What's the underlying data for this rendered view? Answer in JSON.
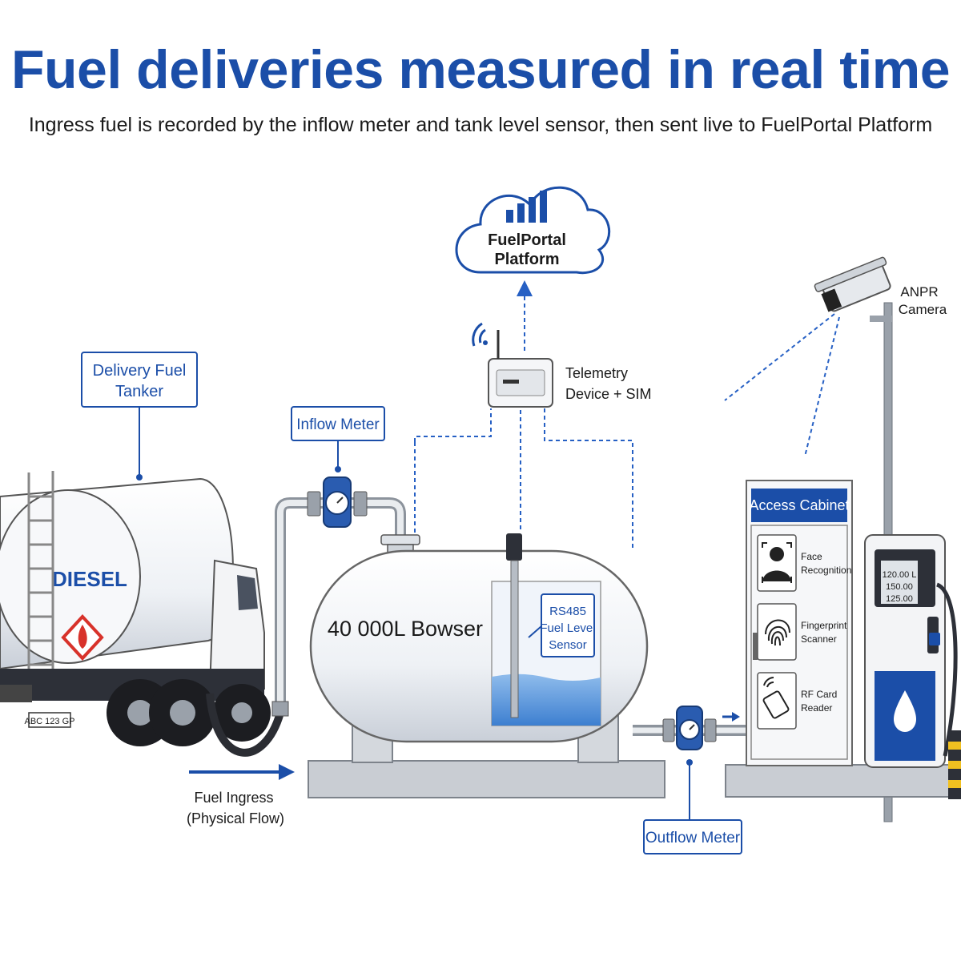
{
  "header": {
    "title": "Fuel deliveries measured in real time",
    "subtitle": "Ingress fuel is recorded by the inflow meter and tank level sensor, then sent live to FuelPortal Platform"
  },
  "cloud": {
    "line1": "FuelPortal",
    "line2": "Platform"
  },
  "telemetry": {
    "line1": "Telemetry",
    "line2": "Device + SIM"
  },
  "camera": {
    "line1": "ANPR",
    "line2": "Camera"
  },
  "tanker": {
    "callout_line1": "Delivery Fuel",
    "callout_line2": "Tanker",
    "tank_text": "DIESEL",
    "plate": "ABC 123 GP"
  },
  "inflow_meter": {
    "label": "Inflow Meter"
  },
  "bowser": {
    "label": "40 000L Bowser"
  },
  "sensor": {
    "line1": "RS485",
    "line2": "Fuel Level",
    "line3": "Sensor"
  },
  "ingress": {
    "line1": "Fuel Ingress",
    "line2": "(Physical Flow)"
  },
  "outflow_meter": {
    "label": "Outflow Meter"
  },
  "cabinet": {
    "title": "Access Cabinet",
    "items": [
      {
        "line1": "Face",
        "line2": "Recognition",
        "icon": "face-icon"
      },
      {
        "line1": "Fingerprint",
        "line2": "Scanner",
        "icon": "fingerprint-icon"
      },
      {
        "line1": "RF Card",
        "line2": "Reader",
        "icon": "rf-card-icon"
      }
    ]
  },
  "pump": {
    "display": [
      "120.00 L",
      "150.00",
      "125.00"
    ]
  },
  "colors": {
    "brand_blue": "#1b4ea8",
    "dashed_blue": "#2660c4",
    "fuel_blue": "#4f8fd8",
    "hazard_red": "#d8322a"
  }
}
